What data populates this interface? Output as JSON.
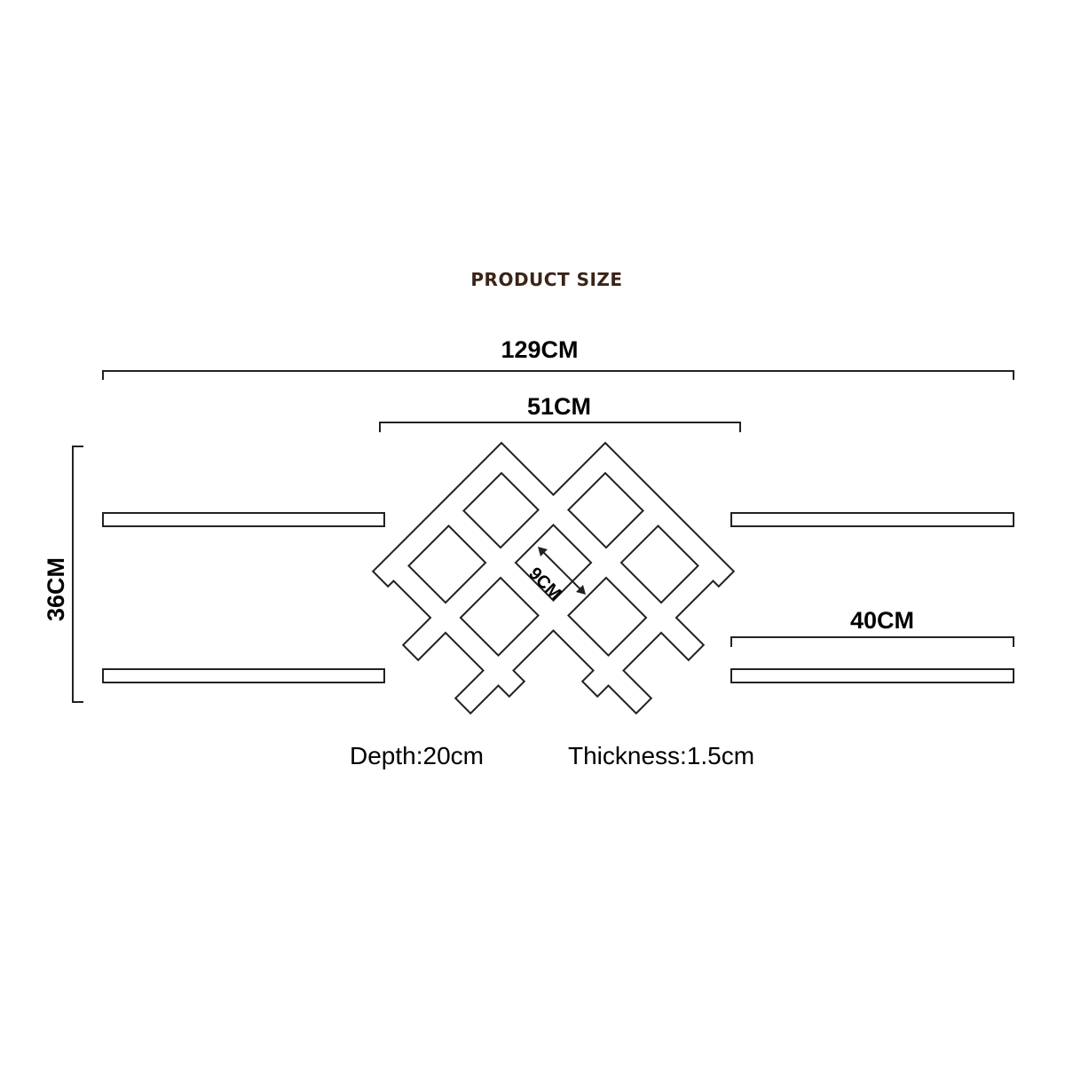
{
  "diagram": {
    "title": "PRODUCT SIZE",
    "overall_width": "129CM",
    "lattice_width": "51CM",
    "height": "36CM",
    "shelf_length": "40CM",
    "cell_size": "9CM",
    "depth": "Depth:20cm",
    "thickness": "Thickness:1.5cm"
  },
  "colors": {
    "title": "#3a2418",
    "lines": "#222222",
    "text": "#000000",
    "background": "#ffffff"
  }
}
